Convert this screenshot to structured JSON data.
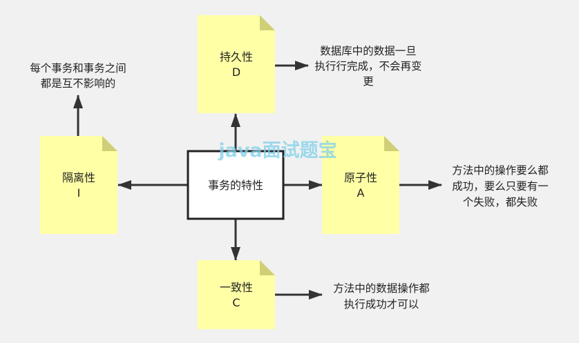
{
  "center": {
    "label": "事务的特性"
  },
  "watermark": "java面试题宝",
  "notes": {
    "durability": {
      "title": "持久性",
      "letter": "D",
      "desc": [
        "数据库中的数据一旦",
        "执行行完成，不会再变",
        "更"
      ]
    },
    "isolation": {
      "title": "隔离性",
      "letter": "I",
      "desc": [
        "每个事务和事务之间",
        "都是互不影响的"
      ]
    },
    "atomicity": {
      "title": "原子性",
      "letter": "A",
      "desc": [
        "方法中的操作要么都",
        "成功，要么只要有一",
        "个失败，都失败"
      ]
    },
    "consistency": {
      "title": "一致性",
      "letter": "C",
      "desc": [
        "方法中的数据操作都",
        "执行成功才可以"
      ]
    }
  },
  "colors": {
    "note": "#ffffa6",
    "fold": "#cfcf78",
    "arrow": "#333333",
    "bg": "#f1f1f1"
  }
}
